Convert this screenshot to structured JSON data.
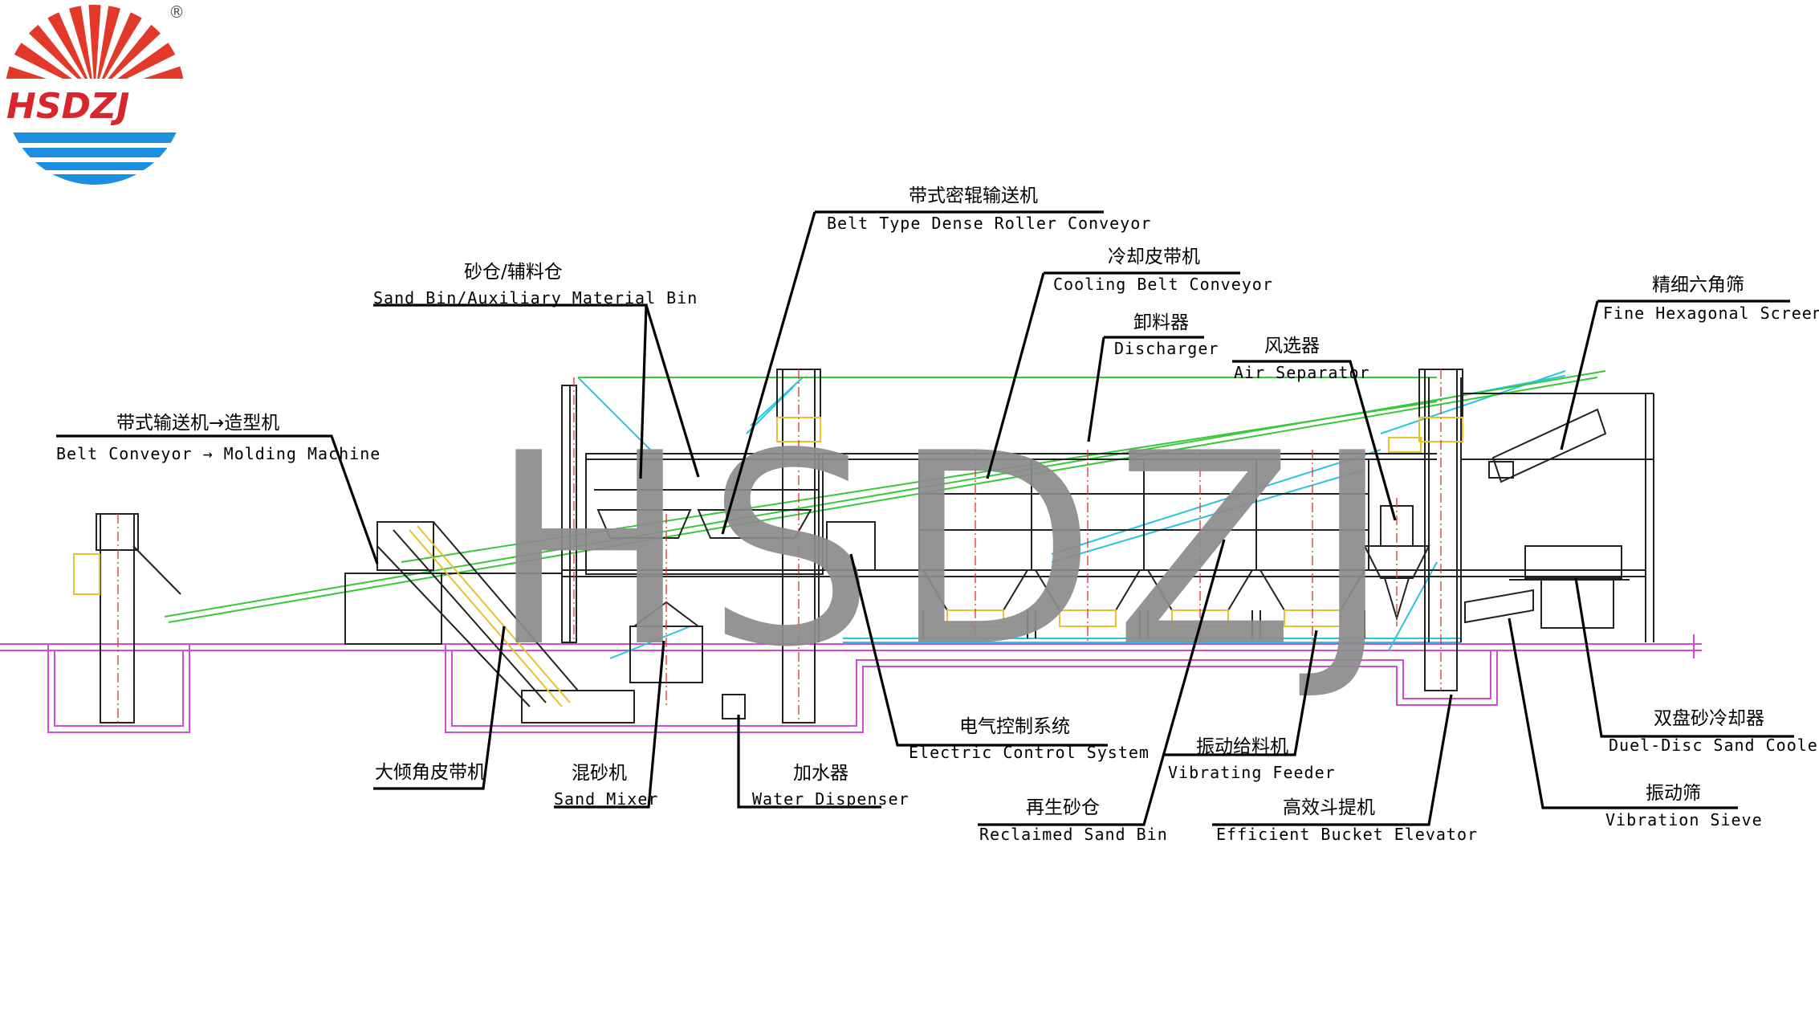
{
  "logo": {
    "text": "HSDZJ",
    "registered_mark": "®",
    "colors": {
      "red": "#e23a2a",
      "blue": "#1e8ee0"
    }
  },
  "watermark": "HSDZJ",
  "colors": {
    "magenta_floor": "#d24bd2",
    "cyan_line": "#27c6df",
    "green_line": "#38c938",
    "yellow_equipment": "#e8c22a",
    "red_centerline": "#e23030",
    "label_line": "#000000"
  },
  "labels": {
    "belt_conveyor": {
      "cn": "带式输送机→造型机",
      "en": "Belt Conveyor → Molding Machine"
    },
    "sand_bin": {
      "cn": "砂仓/辅料仓",
      "en": "Sand Bin/Auxiliary Material Bin"
    },
    "dense_roller": {
      "cn": "带式密辊输送机",
      "en": "Belt Type Dense Roller Conveyor"
    },
    "cooling_belt": {
      "cn": "冷却皮带机",
      "en": "Cooling Belt Conveyor"
    },
    "discharger": {
      "cn": "卸料器",
      "en": "Discharger"
    },
    "air_separator": {
      "cn": "风选器",
      "en": "Air Separator"
    },
    "hex_screen": {
      "cn": "精细六角筛",
      "en": "Fine Hexagonal Screen"
    },
    "incline_belt": {
      "cn": "大倾角皮带机"
    },
    "sand_mixer": {
      "cn": "混砂机",
      "en": "Sand Mixer"
    },
    "water_dispenser": {
      "cn": "加水器",
      "en": "Water Dispenser"
    },
    "electric_control": {
      "cn": "电气控制系统",
      "en": "Electric Control System"
    },
    "vibrating_feeder": {
      "cn": "振动给料机",
      "en": "Vibrating Feeder"
    },
    "reclaimed_bin": {
      "cn": "再生砂仓",
      "en": "Reclaimed Sand Bin"
    },
    "bucket_elevator": {
      "cn": "高效斗提机",
      "en": "Efficient Bucket Elevator"
    },
    "disc_cooler": {
      "cn": "双盘砂冷却器",
      "en": "Duel-Disc Sand Cooler"
    },
    "vibration_sieve": {
      "cn": "振动筛",
      "en": "Vibration Sieve"
    }
  }
}
